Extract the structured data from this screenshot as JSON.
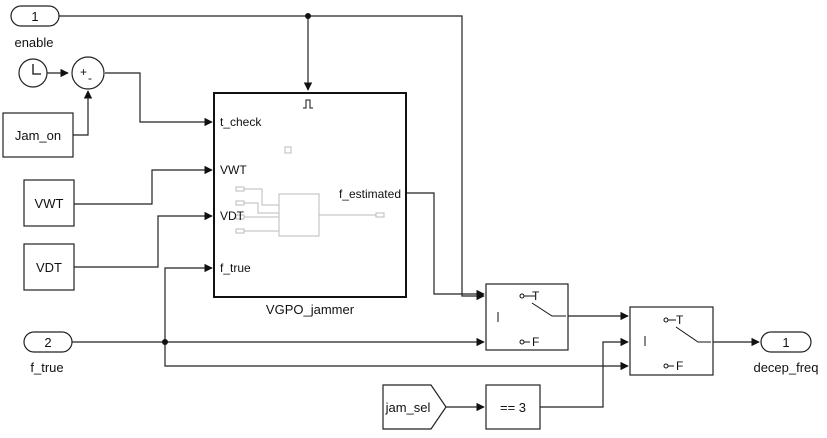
{
  "inports": {
    "enable": {
      "number": "1",
      "name": "enable"
    },
    "f_true": {
      "number": "2",
      "name": "f_true"
    }
  },
  "sum": {
    "plus": "+",
    "minus": "-"
  },
  "constants": {
    "jam_on": "Jam_on",
    "vwt": "VWT",
    "vdt": "VDT",
    "jam_sel": "jam_sel"
  },
  "subsystem": {
    "name": "VGPO_jammer",
    "inputs": [
      "t_check",
      "VWT",
      "VDT",
      "f_true"
    ],
    "output": "f_estimated"
  },
  "switch1": {
    "true_label": "T",
    "false_label": "F"
  },
  "switch2": {
    "true_label": "T",
    "false_label": "F"
  },
  "compare": {
    "label": "== 3"
  },
  "outport": {
    "number": "1",
    "name": "decep_freq"
  }
}
